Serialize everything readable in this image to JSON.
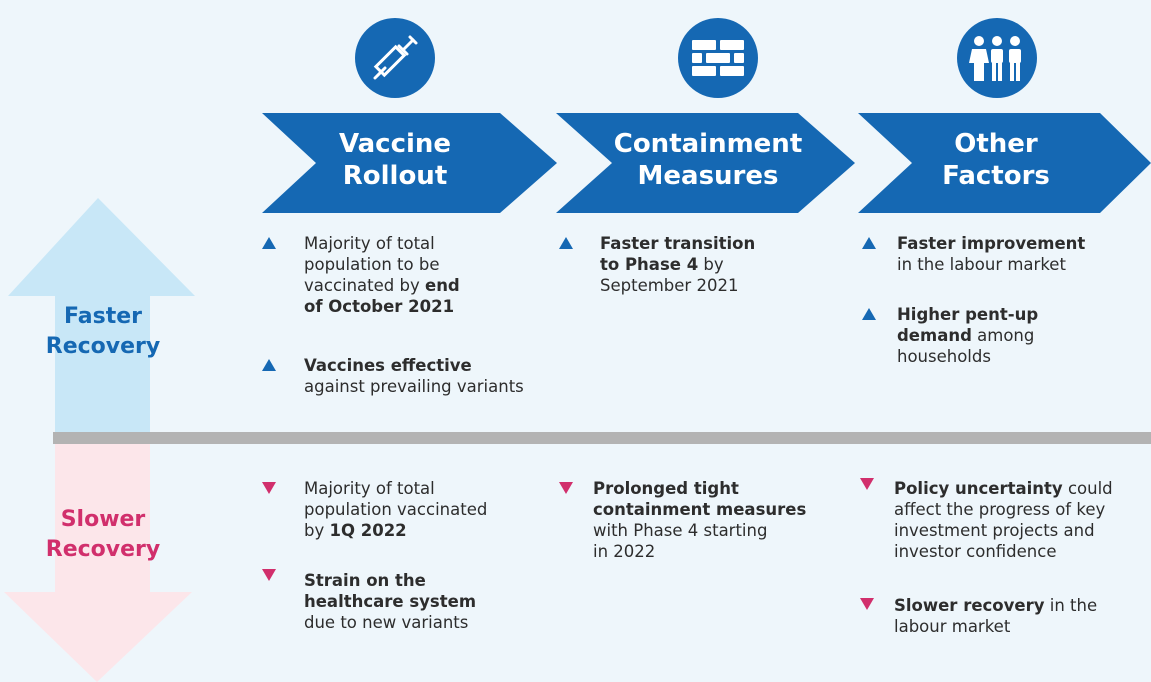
{
  "colors": {
    "blue": "#1568b3",
    "pink": "#d12f6c",
    "light_blue": "#c8e7f7",
    "light_pink": "#fce6ea",
    "divider": "#b3b3b3"
  },
  "icons": [
    "syringe-icon",
    "brick-wall-icon",
    "people-icon"
  ],
  "categories": [
    {
      "title_line1": "Vaccine",
      "title_line2": "Rollout"
    },
    {
      "title_line1": "Containment",
      "title_line2": "Measures"
    },
    {
      "title_line1": "Other",
      "title_line2": "Factors"
    }
  ],
  "faster": {
    "line1": "Faster",
    "line2": "Recovery"
  },
  "slower": {
    "line1": "Slower",
    "line2": "Recovery"
  },
  "upside": {
    "vaccine": [
      {
        "a": "Majority of total",
        "b": "population to be",
        "c": "vaccinated by ",
        "c_bold": "end",
        "d_bold": "of October 2021"
      },
      {
        "bold": "Vaccines effective",
        "rest": "against prevailing variants"
      }
    ],
    "containment": [
      {
        "bold1": "Faster transition",
        "bold2": "to Phase 4",
        "rest1": " by",
        "rest2": "September 2021"
      }
    ],
    "other": [
      {
        "bold": "Faster improvement",
        "rest": "in the labour market"
      },
      {
        "bold1": "Higher pent-up",
        "bold2": "demand",
        "rest1": " among",
        "rest2": "households"
      }
    ]
  },
  "downside": {
    "vaccine": [
      {
        "a": "Majority of total",
        "b": "population vaccinated",
        "c": "by ",
        "c_bold": "1Q 2022"
      },
      {
        "bold1": "Strain on the",
        "bold2": "healthcare system",
        "rest": "due to new variants"
      }
    ],
    "containment": [
      {
        "bold1": "Prolonged tight",
        "bold2": "containment measures",
        "rest1": "with Phase 4 starting",
        "rest2": "in 2022"
      }
    ],
    "other": [
      {
        "bold": "Policy uncertainty",
        "rest0": " could",
        "rest1": "affect the progress of key",
        "rest2": "investment projects and",
        "rest3": "investor confidence"
      },
      {
        "bold": "Slower recovery",
        "rest0": " in the",
        "rest1": "labour market"
      }
    ]
  }
}
